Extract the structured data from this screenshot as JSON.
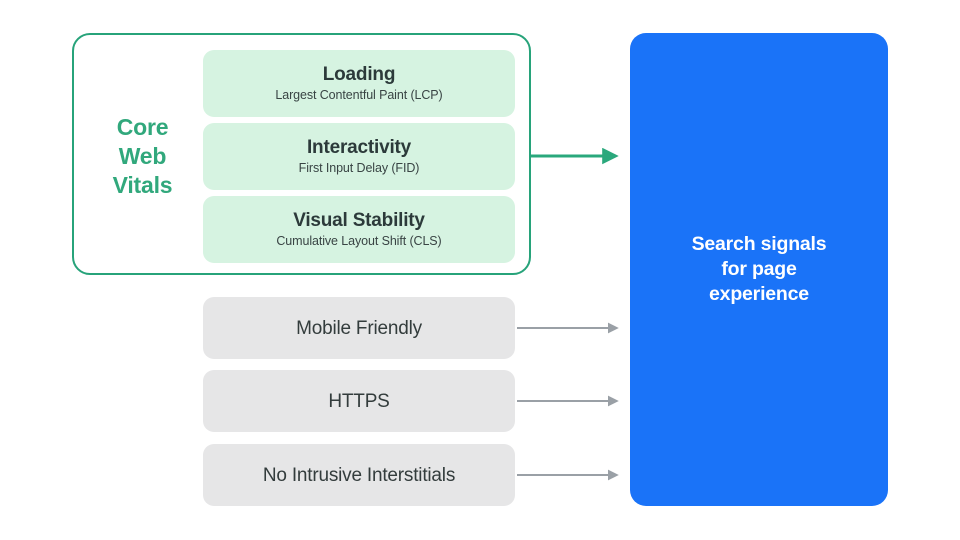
{
  "diagram": {
    "title": "Search signals for page experience",
    "colors": {
      "core_web_vitals_border": "#27a37a",
      "core_web_vitals_label": "#31a87c",
      "metric_card_bg": "#d6f3e1",
      "signal_card_bg": "#e6e6e7",
      "destination_bg": "#1a73f8",
      "green_arrow": "#2aa87c",
      "gray_arrow": "#9aa0a6",
      "background": "#ffffff"
    }
  },
  "core_web_vitals": {
    "label": "Core\nWeb\nVitals",
    "metrics": [
      {
        "title": "Loading",
        "subtitle": "Largest Contentful Paint (LCP)"
      },
      {
        "title": "Interactivity",
        "subtitle": "First Input Delay (FID)"
      },
      {
        "title": "Visual Stability",
        "subtitle": "Cumulative Layout Shift (CLS)"
      }
    ]
  },
  "other_signals": [
    {
      "label": "Mobile Friendly"
    },
    {
      "label": "HTTPS"
    },
    {
      "label": "No Intrusive Interstitials"
    }
  ],
  "destination": {
    "label": "Search signals\nfor page\nexperience"
  }
}
